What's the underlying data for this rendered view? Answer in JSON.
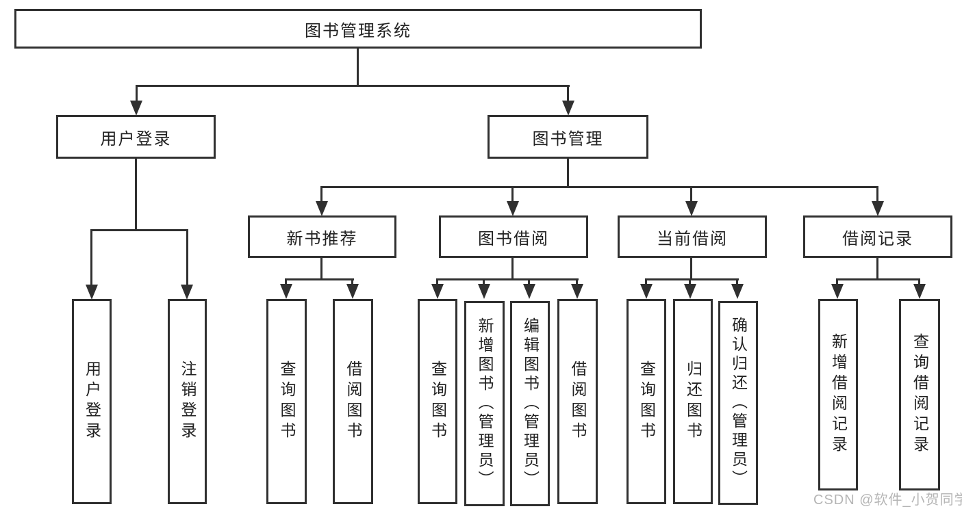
{
  "diagram": {
    "root": {
      "label": "图书管理系统"
    },
    "level2": [
      {
        "label": "用户登录"
      },
      {
        "label": "图书管理"
      }
    ],
    "level3": [
      {
        "label": "新书推荐"
      },
      {
        "label": "图书借阅"
      },
      {
        "label": "当前借阅"
      },
      {
        "label": "借阅记录"
      }
    ],
    "leafGroups": [
      {
        "parent": "用户登录",
        "items": [
          "用户登录",
          "注销登录"
        ]
      },
      {
        "parent": "新书推荐",
        "items": [
          "查询图书",
          "借阅图书"
        ]
      },
      {
        "parent": "图书借阅",
        "items": [
          "查询图书",
          "新增图书（管理员）",
          "编辑图书（管理员）",
          "借阅图书"
        ]
      },
      {
        "parent": "当前借阅",
        "items": [
          "查询图书",
          "归还图书",
          "确认归还（管理员）"
        ]
      },
      {
        "parent": "借阅记录",
        "items": [
          "新增借阅记录",
          "查询借阅记录"
        ]
      }
    ]
  },
  "watermark": {
    "text": "CSDN @软件_小贺同学"
  },
  "colors": {
    "line": "#303030",
    "box_border": "#303030",
    "box_fill": "#ffffff",
    "text": "#222222",
    "watermark": "#b5b5b5",
    "background": "#ffffff"
  }
}
